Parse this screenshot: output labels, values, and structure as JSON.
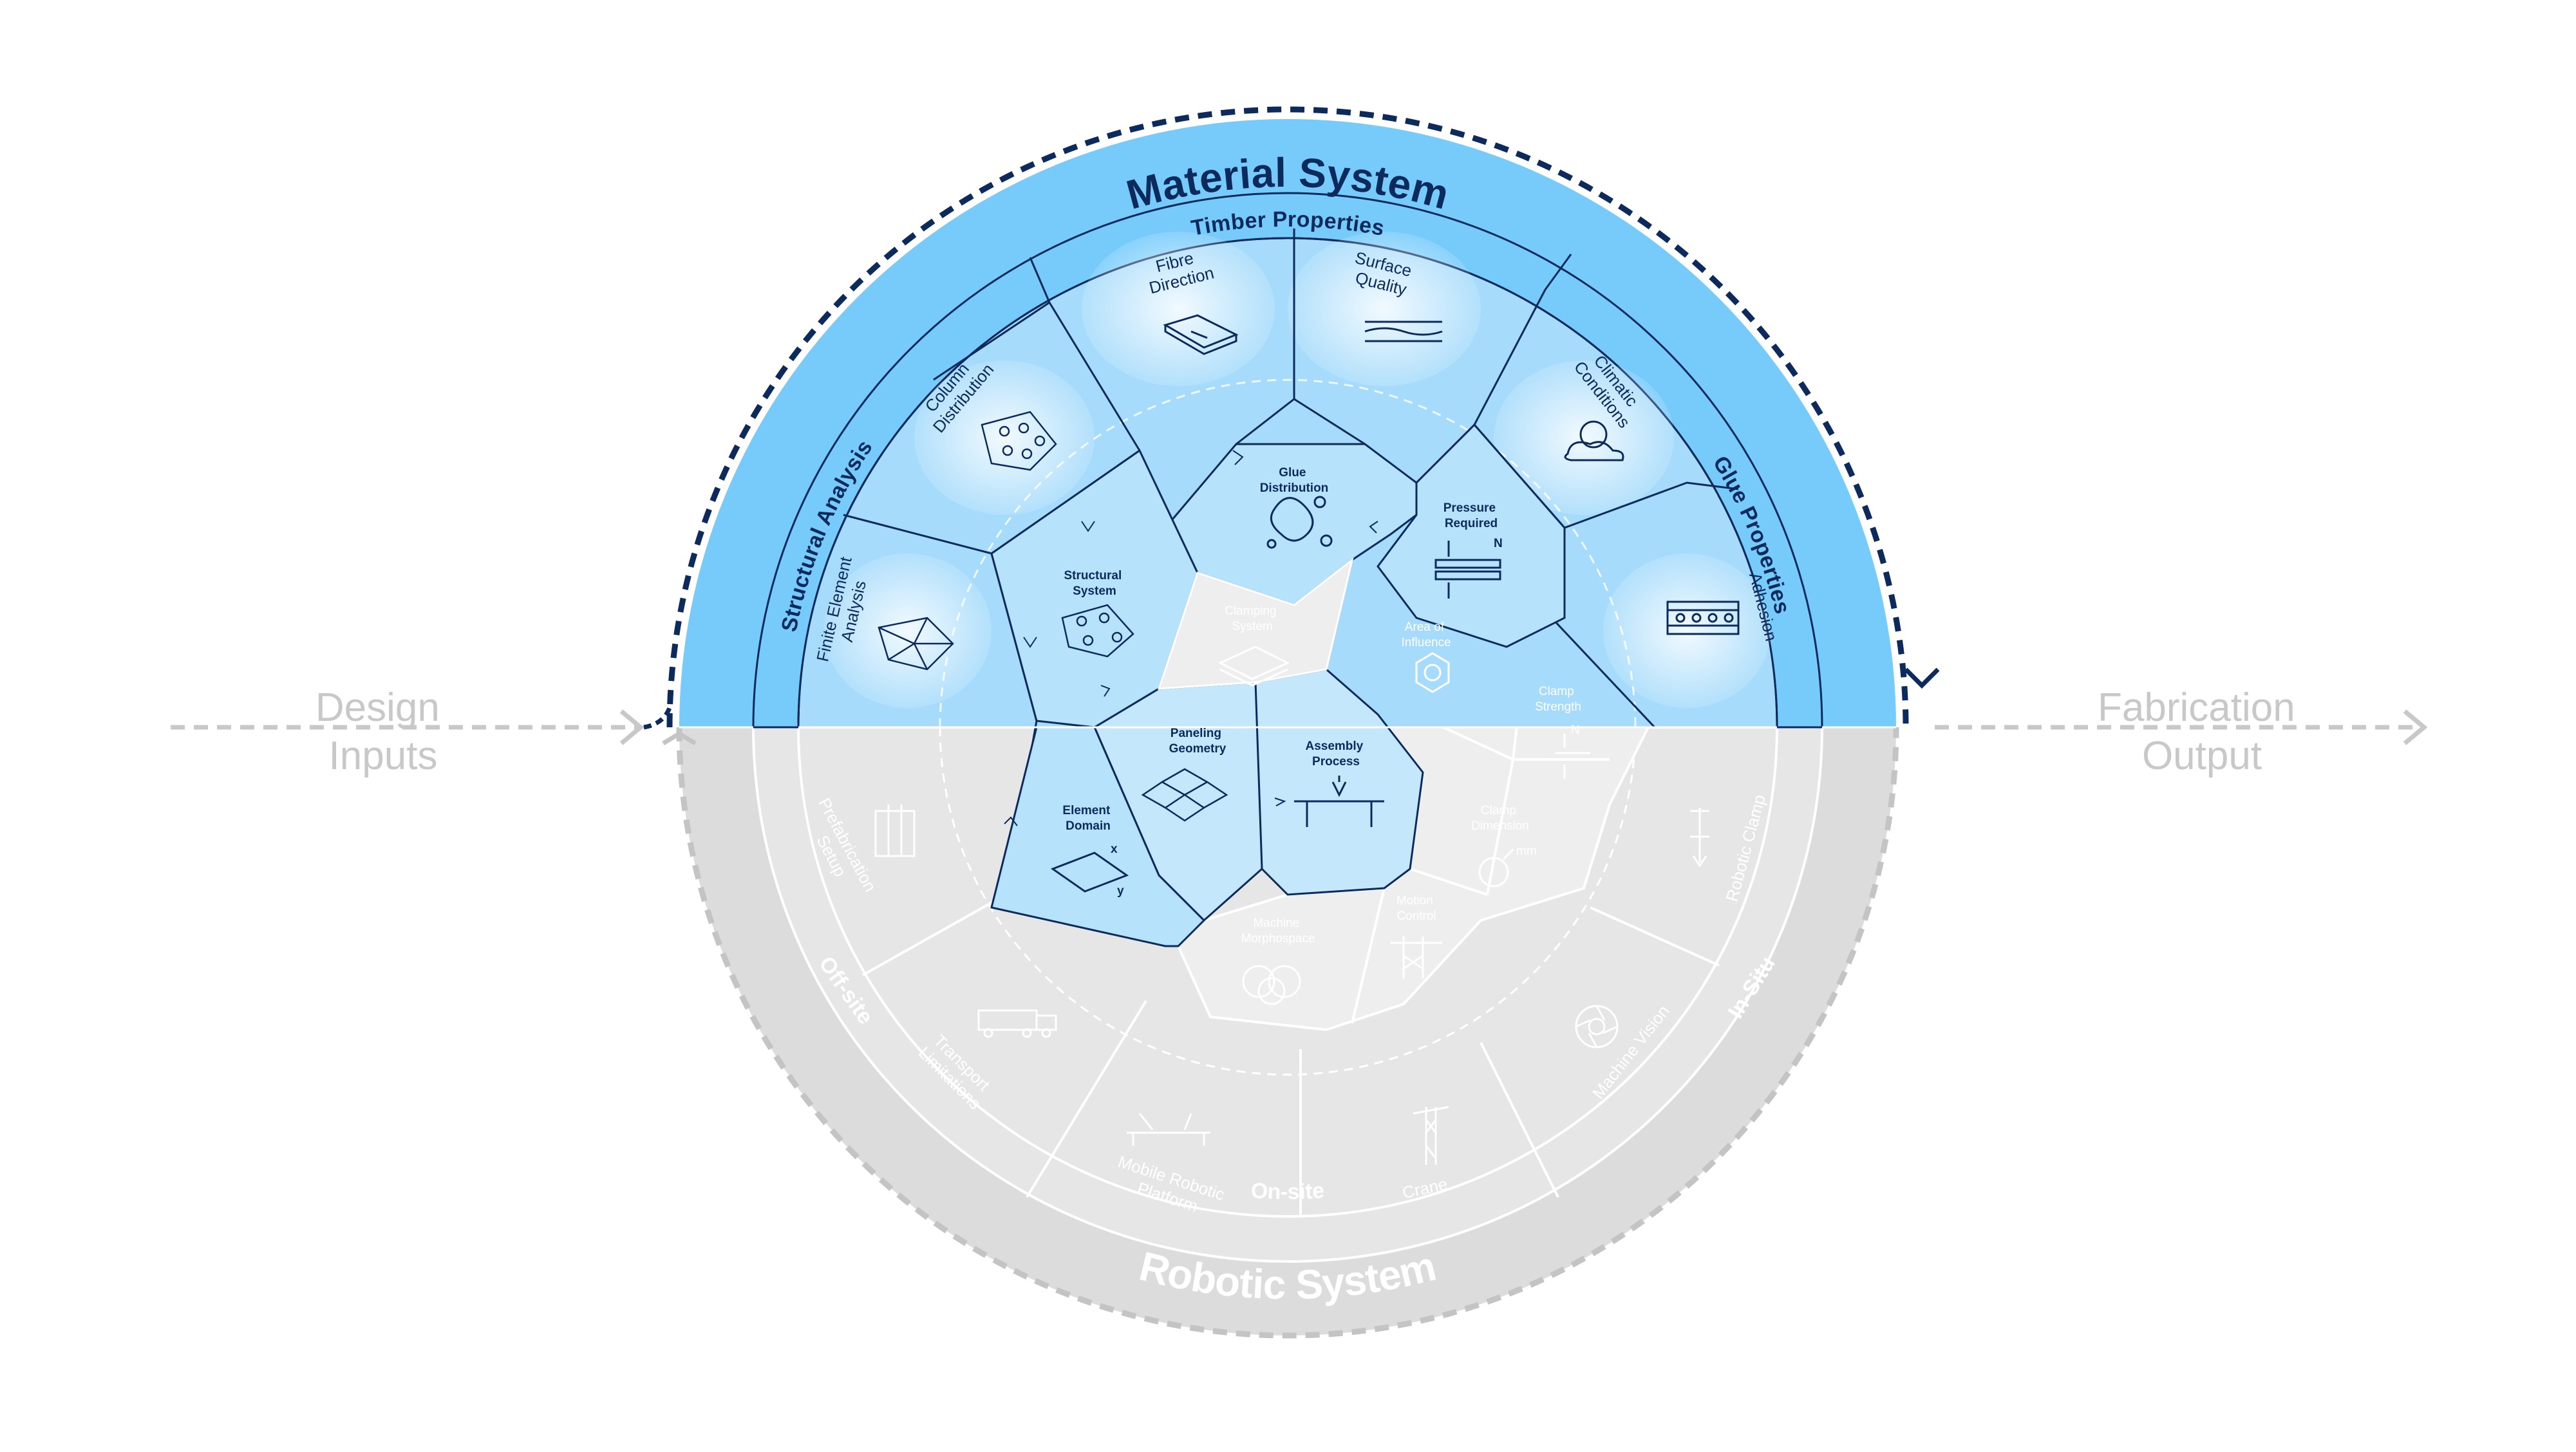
{
  "colors": {
    "material_band": "#76cbfb",
    "material_fill": "#b7e2fc",
    "material_line": "#0d2a5c",
    "robotic_band": "#dcdcdc",
    "robotic_fill": "#e6e6e6",
    "robotic_line": "#ffffff",
    "side_text": "#c8c8c8"
  },
  "material_system": {
    "title": "Material System",
    "ring_labels": {
      "timber": "Timber Properties",
      "structural": "Structural Analysis",
      "glue": "Glue Properties"
    },
    "cells": {
      "fibre": [
        "Fibre",
        "Direction"
      ],
      "surface": [
        "Surface",
        "Quality"
      ],
      "column": [
        "Column",
        "Distribution"
      ],
      "climatic": [
        "Climatic",
        "Conditions"
      ],
      "fea": [
        "Finite Element",
        "Analysis"
      ],
      "adhesion": [
        "Adhesion"
      ]
    },
    "inner": {
      "glue_distribution": [
        "Glue",
        "Distribution"
      ],
      "pressure": [
        "Pressure",
        "Required"
      ],
      "pressure_unit": "N",
      "structural_system": [
        "Structural",
        "System"
      ],
      "paneling": [
        "Paneling",
        "Geometry"
      ],
      "assembly": [
        "Assembly",
        "Process"
      ],
      "element": [
        "Element",
        "Domain"
      ],
      "element_axes": [
        "x",
        "y"
      ]
    }
  },
  "robotic_system": {
    "title": "Robotic System",
    "ring_labels": {
      "onsite": "On-site",
      "offsite": "Off-site",
      "insitu": "In-Situ"
    },
    "cells": {
      "prefab": [
        "Prefabrication",
        "Setup"
      ],
      "transport": [
        "Transport",
        "Limitations"
      ],
      "mobile": [
        "Mobile Robotic",
        "Platform"
      ],
      "crane": [
        "Crane"
      ],
      "vision": [
        "Machine Vision"
      ],
      "robotic_clamp": [
        "Robotic Clamp"
      ]
    },
    "inner": {
      "clamping_system": [
        "Clamping",
        "System"
      ],
      "area_influence": [
        "Area of",
        "Influence"
      ],
      "clamp_strength": [
        "Clamp",
        "Strength"
      ],
      "clamp_strength_unit": "N",
      "clamp_dimension": [
        "Clamp",
        "Dimension"
      ],
      "clamp_dimension_unit": "mm",
      "motion_control": [
        "Motion",
        "Control"
      ],
      "machine_morphospace": [
        "Machine",
        "Morphospace"
      ]
    }
  },
  "sides": {
    "left": [
      "Design",
      "Inputs"
    ],
    "right": [
      "Fabrication",
      "Output"
    ]
  },
  "icons": [
    "wood-plank-icon",
    "wavy-surface-icon",
    "column-grid-icon",
    "cloud-sun-icon",
    "fem-mesh-icon",
    "glue-layers-icon",
    "glue-blob-icon",
    "press-icon",
    "structure-dots-icon",
    "paneling-icon",
    "assembly-icon",
    "element-plane-icon",
    "clamping-icon",
    "hexagon-icon",
    "clamp-icon",
    "circle-dimension-icon",
    "motion-tower-icon",
    "morphospace-icon",
    "prefab-icon",
    "truck-icon",
    "mobile-robot-icon",
    "crane-icon",
    "aperture-icon",
    "robotic-clamp-icon"
  ]
}
